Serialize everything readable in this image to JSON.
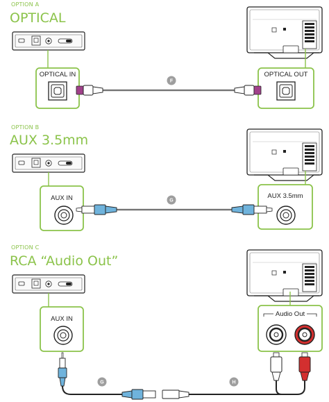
{
  "options": [
    {
      "option_label": "OPTION A",
      "heading": "OPTICAL",
      "receiver_box_label": "OPTICAL IN",
      "tv_box_label": "OPTICAL OUT",
      "cable_badge": "F"
    },
    {
      "option_label": "OPTION B",
      "heading": "AUX 3.5mm",
      "receiver_box_label": "AUX IN",
      "tv_box_label": "AUX 3.5mm",
      "cable_badge": "G"
    },
    {
      "option_label": "OPTION C",
      "heading": "RCA “Audio Out”",
      "receiver_box_label": "AUX IN",
      "tv_box_label": "Audio Out",
      "cable_badge_1": "G",
      "cable_badge_2": "H"
    }
  ],
  "colors": {
    "accent_green": "#8bc34a",
    "badge_gray": "#9e9e9e",
    "optical_plug": "#a0418a",
    "aux_plug": "#6fb3dc",
    "rca_red": "#d32f2f",
    "line_dark": "#222222"
  }
}
